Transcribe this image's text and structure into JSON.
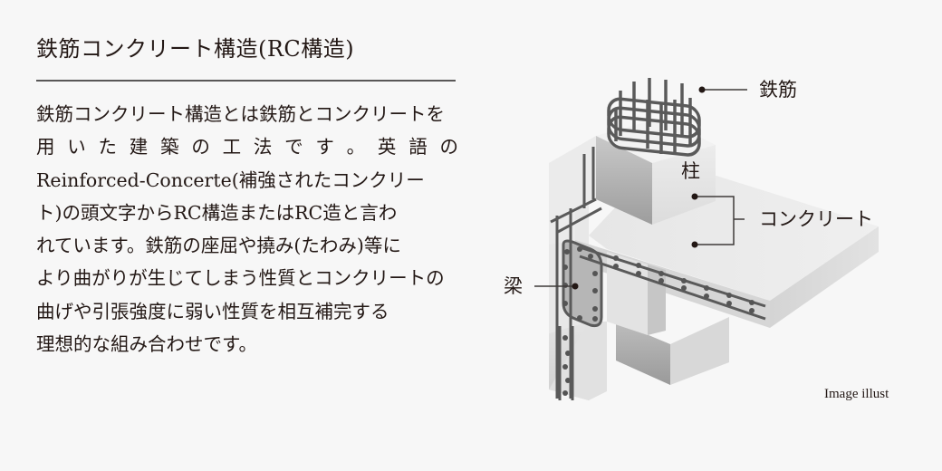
{
  "title": "鉄筋コンクリート構造(RC構造)",
  "body": {
    "lines": [
      "鉄筋コンクリート構造とは鉄筋とコンクリートを",
      "用いた建築の工法です。英語の",
      "Reinforced-Concerte(補強されたコンクリー",
      "ト)の頭文字からRC構造またはRC造と言わ",
      "れています。鉄筋の座屈や撓み(たわみ)等に",
      "より曲がりが生じてしまう性質とコンクリートの",
      "曲げや引張強度に弱い性質を相互補完する",
      "理想的な組み合わせです。"
    ],
    "spread_line_chars": [
      "用",
      "い",
      "た",
      "建",
      "築",
      "の",
      "工",
      "法",
      "で",
      "す",
      "。",
      "英",
      "語",
      "の"
    ]
  },
  "illustration": {
    "labels": {
      "rebar": "鉄筋",
      "column": "柱",
      "concrete": "コンクリート",
      "beam": "梁"
    },
    "caption": "Image illust",
    "colors": {
      "background": "#f7f7f7",
      "text": "#231815",
      "rule": "#595757",
      "rebar": "#5a5a5a",
      "concrete_light": "#ececec",
      "concrete_mid": "#d8d8d8",
      "concrete_dark": "#a8a8a8",
      "beam_section": "#b4b4b4",
      "leader": "#3e3a39"
    }
  }
}
